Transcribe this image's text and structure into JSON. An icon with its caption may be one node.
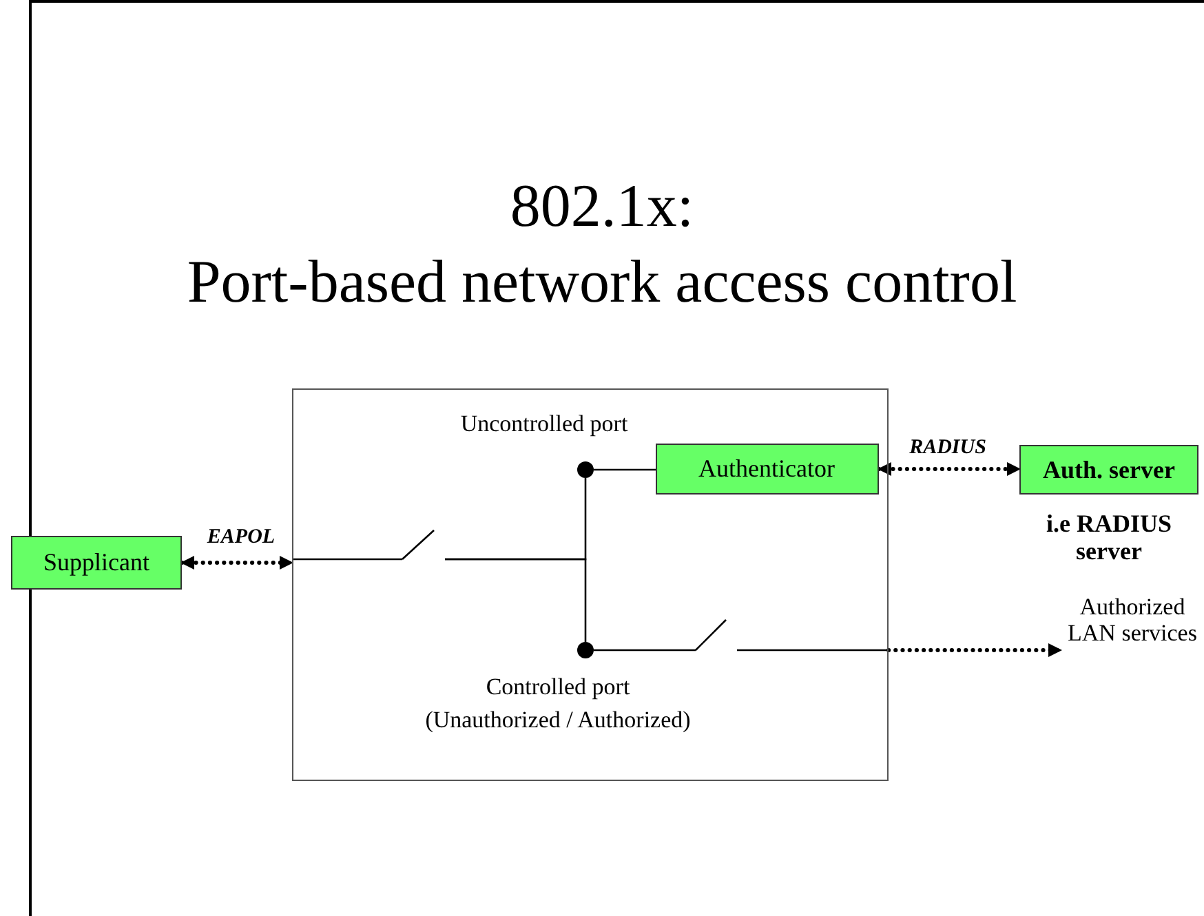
{
  "diagram": {
    "title": "802.1x: Port-based network access control",
    "nodes": [
      {
        "text": [],
        "shape": "box"
      },
      {
        "text": [
          "Supplicant"
        ]
      },
      {
        "text": [
          "Authenticator"
        ],
        "in": 0
      },
      {
        "text": [
          "Auth. server"
        ],
        "beside": [
          "i.e RADIUS server"
        ]
      },
      {
        "text": [
          "Authorized LAN services"
        ]
      },
      {
        "text": [],
        "shape": "circle",
        "in": 0
      },
      {
        "text": [],
        "shape": "circle",
        "in": 0
      },
      {
        "text": [],
        "shape": "switch",
        "in": 0
      },
      {
        "text": [],
        "shape": "switch",
        "in": 0
      }
    ],
    "edges": [
      {
        "from": 1,
        "to": 0,
        "arrow": "both",
        "label": "EAPOL",
        "style": "dashed"
      },
      {
        "from": 2,
        "to": 3,
        "arrow": "both",
        "label": "RADIUS",
        "style": "dashed"
      },
      {
        "from": 0,
        "to": 4,
        "arrow": "to",
        "style": "dashed"
      },
      {
        "from": 0,
        "to": 7,
        "arrow": "none"
      },
      {
        "from": 7,
        "to": 5,
        "arrow": "none"
      },
      {
        "from": 7,
        "to": 6,
        "arrow": "none"
      },
      {
        "from": 5,
        "to": 2,
        "arrow": "none"
      },
      {
        "from": 6,
        "to": 8,
        "arrow": "none"
      },
      {
        "from": 8,
        "to": 0,
        "arrow": "none"
      }
    ],
    "labels": [
      "Uncontrolled port",
      "Controlled port (Unauthorized / Authorized)"
    ]
  }
}
